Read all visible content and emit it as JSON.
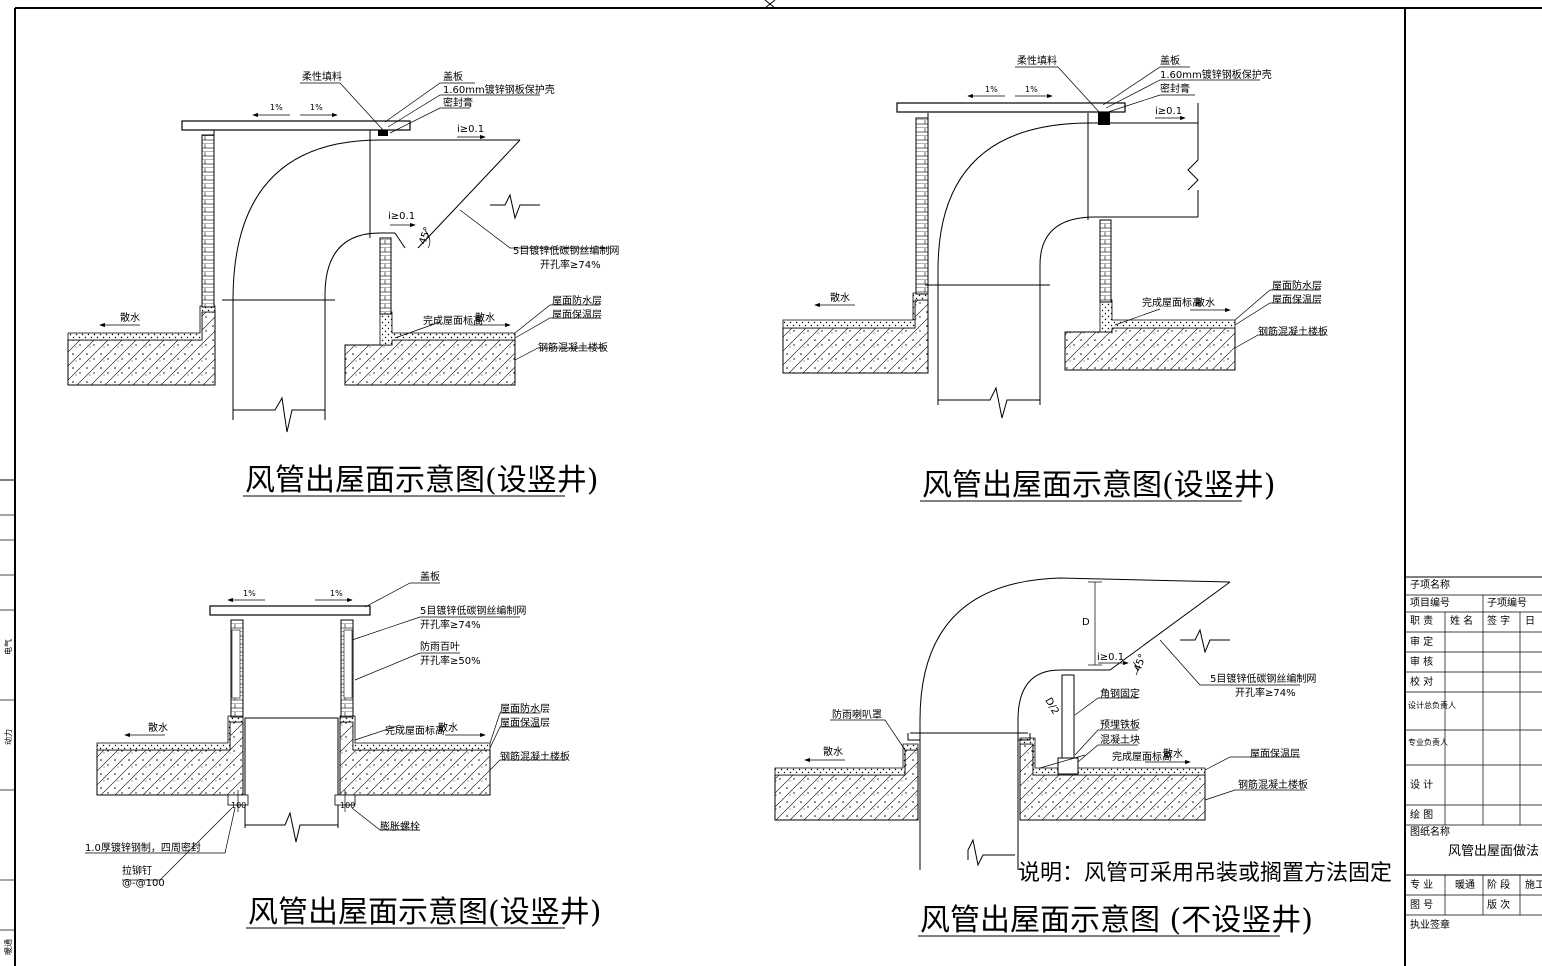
{
  "titles": {
    "d1": "风管出屋面示意图(设竖井)",
    "d2": "风管出屋面示意图(设竖井)",
    "d3": "风管出屋面示意图(设竖井)",
    "d4": "风管出屋面示意图 (不设竖井)"
  },
  "note": "说明：风管可采用吊装或搁置方法固定",
  "labels": {
    "flexible_filler": "柔性填料",
    "cover_plate": "盖板",
    "galv_shell": "1.60mm镀锌钢板保护壳",
    "sealant": "密封膏",
    "slope_1pct": "1%",
    "slope_i": "i≥0.1",
    "angle_45": "45°",
    "mesh": "5目镀锌低碳钢丝编制网",
    "open_rate_74": "开孔率≥74%",
    "drain": "散水",
    "finished_roof": "完成屋面标高",
    "waterproof": "屋面防水层",
    "insulation": "屋面保温层",
    "rc_slab": "钢筋混凝土楼板",
    "louver": "防雨百叶",
    "open_rate_50": "开孔率≥50%",
    "expansion_bolt": "膨胀螺栓",
    "galv_1mm": "1.0厚镀锌钢制，四周密封",
    "rivet": "拉铆钉",
    "rivet_spec": "@-@100",
    "rain_hood": "防雨喇叭罩",
    "angle_steel": "角钢固定",
    "embedded_plate": "预埋铁板",
    "concrete_block": "混凝土块",
    "dim_d": "D",
    "dim_d2": "D/2",
    "dim_100": "100"
  },
  "left_strip": {
    "cells": [
      "暖通",
      "动力",
      "电气"
    ]
  },
  "title_block": {
    "sub_item_name": "子项名称",
    "project_no": "项目编号",
    "sub_item_no": "子项编号",
    "role_header": [
      "职 责",
      "姓 名",
      "签 字",
      "日"
    ],
    "rows": [
      "审 定",
      "审 核",
      "校 对",
      "设计总负责人",
      "专业负责人",
      "设 计",
      "绘 图"
    ],
    "drawing_name_label": "图纸名称",
    "drawing_name": "风管出屋面做法",
    "discipline_label": "专 业",
    "discipline": "暖通",
    "stage_label": "阶 段",
    "stage": "施工",
    "drawing_no_label": "图 号",
    "version_label": "版 次",
    "stamp_label": "执业签章"
  }
}
